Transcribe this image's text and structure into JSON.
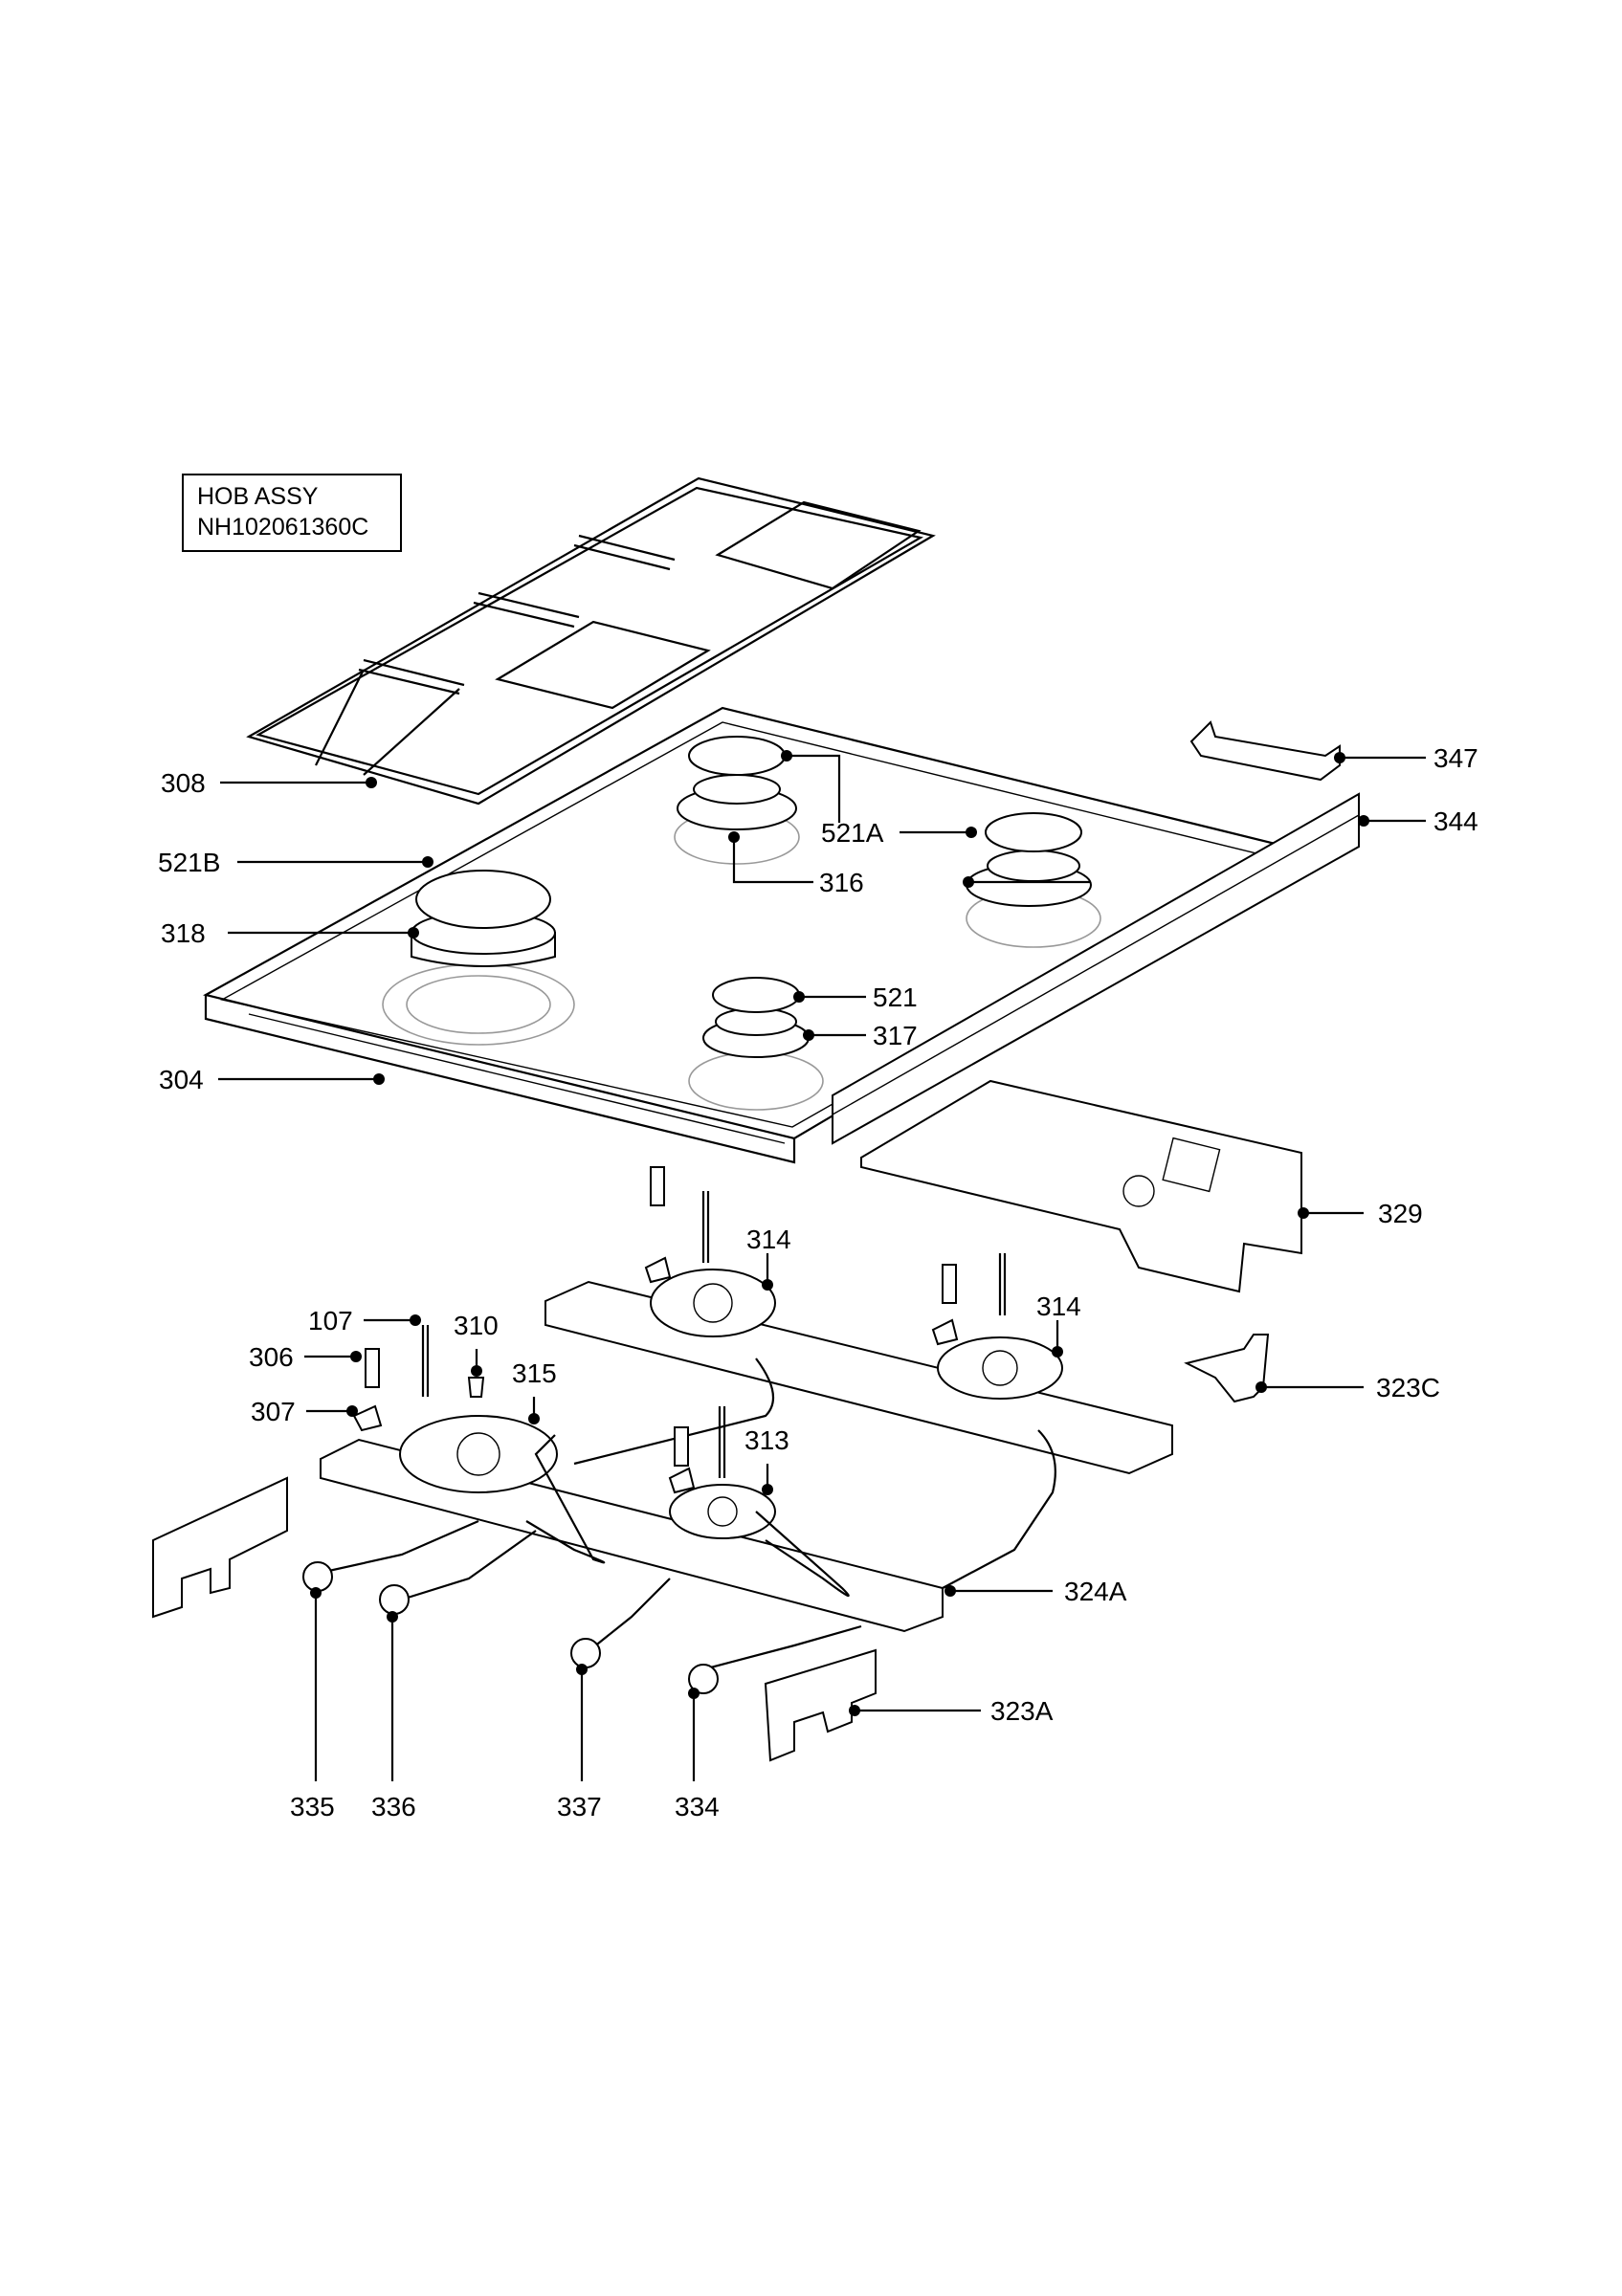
{
  "title_box": {
    "line1": "HOB ASSY",
    "line2": "NH102061360C"
  },
  "labels": {
    "p308": "308",
    "p347": "347",
    "p521A": "521A",
    "p344": "344",
    "p521B": "521B",
    "p316": "316",
    "p318": "318",
    "p521": "521",
    "p317": "317",
    "p304": "304",
    "p329": "329",
    "p314a": "314",
    "p314b": "314",
    "p107": "107",
    "p310": "310",
    "p306": "306",
    "p315": "315",
    "p323C": "323C",
    "p307": "307",
    "p313": "313",
    "p324A": "324A",
    "p323A": "323A",
    "p335": "335",
    "p336": "336",
    "p337": "337",
    "p334": "334"
  }
}
